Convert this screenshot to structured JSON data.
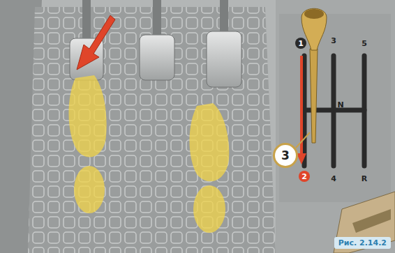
{
  "diagram": {
    "caption": "Рис. 2.14.2",
    "nodes": [
      {
        "text": [
          "3"
        ]
      }
    ],
    "labels": [
      "1",
      "3",
      "5",
      "N",
      "2",
      "4",
      "R"
    ]
  }
}
